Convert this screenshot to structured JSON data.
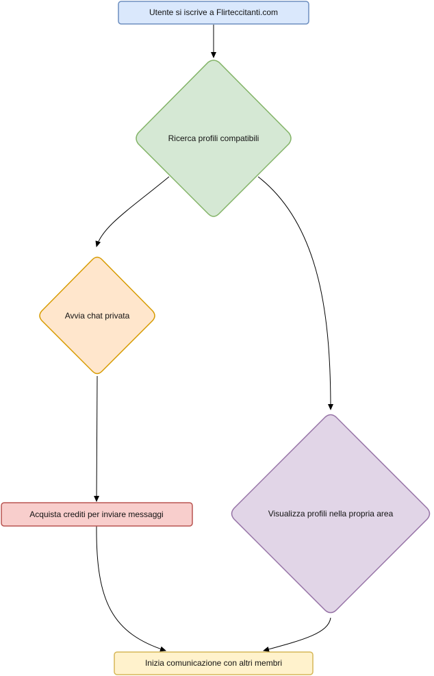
{
  "nodes": {
    "start": {
      "label": "Utente si iscrive a Flirteccitanti.com",
      "fill": "#dae8fc",
      "stroke": "#6c8ebf"
    },
    "search": {
      "label": "Ricerca profili compatibili",
      "fill": "#d5e8d4",
      "stroke": "#82b366"
    },
    "chat": {
      "label": "Avvia chat privata",
      "fill": "#ffe6cc",
      "stroke": "#d79b00"
    },
    "credits": {
      "label": "Acquista crediti per inviare messaggi",
      "fill": "#f8cecc",
      "stroke": "#b85450"
    },
    "view": {
      "label": "Visualizza profili nella propria area",
      "fill": "#e1d5e7",
      "stroke": "#9673a6"
    },
    "communicate": {
      "label": "Inizia comunicazione con altri membri",
      "fill": "#fff2cc",
      "stroke": "#d6b656"
    }
  },
  "edges": [
    {
      "from": "start",
      "to": "search"
    },
    {
      "from": "search",
      "to": "chat"
    },
    {
      "from": "search",
      "to": "view"
    },
    {
      "from": "chat",
      "to": "credits"
    },
    {
      "from": "credits",
      "to": "communicate"
    },
    {
      "from": "view",
      "to": "communicate"
    }
  ]
}
